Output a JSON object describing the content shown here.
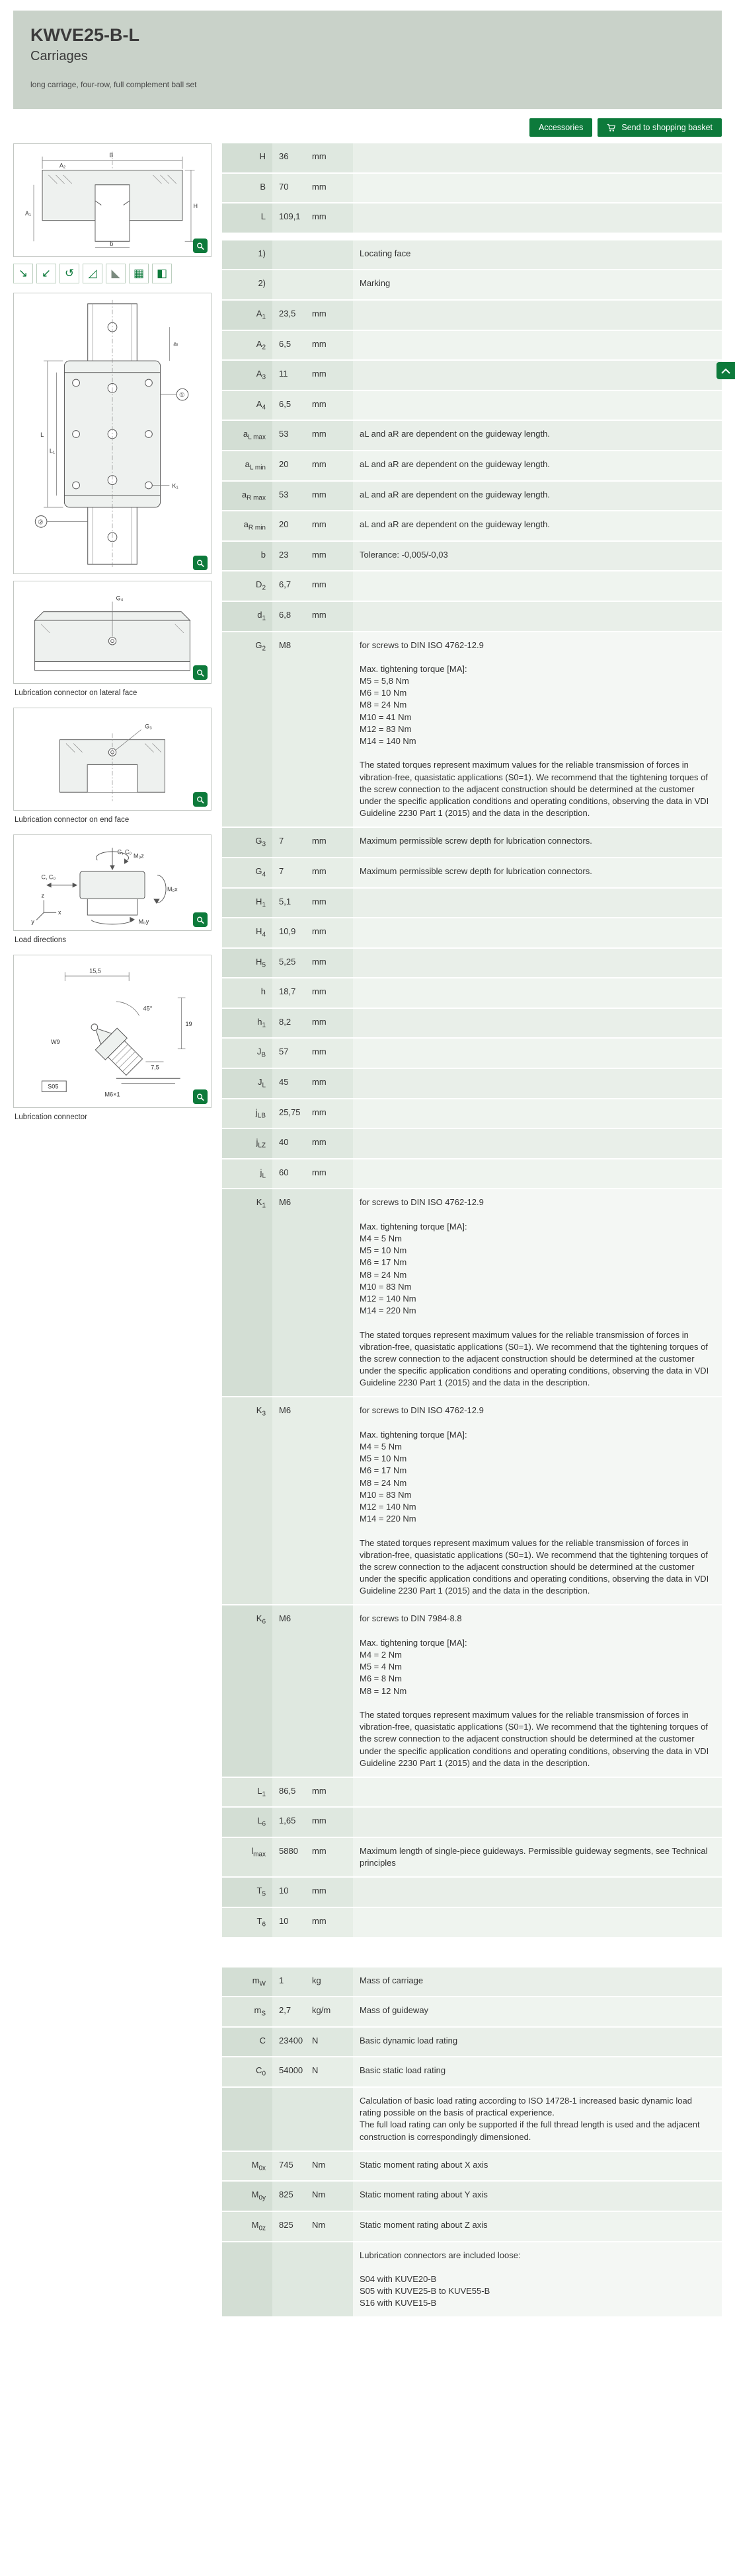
{
  "page": {
    "title": "KWVE25-B-L",
    "subtitle": "Carriages",
    "description": "long carriage, four-row, full complement ball set"
  },
  "actions": {
    "accessories": "Accessories",
    "basket": "Send to shopping basket"
  },
  "icon_strip": [
    "↘",
    "↙",
    "↺",
    "◿",
    "◣",
    "▦",
    "◧"
  ],
  "drawings": [
    {
      "caption": "",
      "labels": {
        "B": "B",
        "A2": "A₂",
        "H": "H",
        "b": "b",
        "A1": "A₁"
      }
    },
    {
      "caption": "",
      "labels": {
        "L": "L",
        "L1": "L₁",
        "aL": "aₗ",
        "K1": "K₁",
        "n1": "①",
        "n2": "②"
      }
    },
    {
      "caption": "Lubrication connector on lateral face",
      "labels": {
        "G4": "G₄"
      }
    },
    {
      "caption": "Lubrication connector on end face",
      "labels": {
        "G3": "G₃"
      }
    },
    {
      "caption": "Load directions",
      "labels": {
        "C": "C, C₀",
        "Cs": "C, C₀",
        "M0x": "M₀x",
        "M0y": "M₀y",
        "M0z": "M₀z",
        "x": "x",
        "y": "y",
        "z": "z"
      }
    },
    {
      "caption": "Lubrication connector",
      "labels": {
        "d1": "15,5",
        "a": "45°",
        "d2": "19",
        "d3": "7,5",
        "w": "W9",
        "t": "M6×1",
        "s": "S05"
      }
    }
  ],
  "spec_top": {
    "rows": [
      {
        "sym": "H",
        "val": "36",
        "unit": "mm",
        "desc": ""
      },
      {
        "sym": "B",
        "val": "70",
        "unit": "mm",
        "desc": ""
      },
      {
        "sym": "L",
        "val": "109,1",
        "unit": "mm",
        "desc": ""
      }
    ]
  },
  "spec_main": {
    "rows": [
      {
        "sym": "1)",
        "val": "",
        "unit": "",
        "desc": "Locating face"
      },
      {
        "sym": "2)",
        "val": "",
        "unit": "",
        "desc": "Marking"
      },
      {
        "sym": "A_1",
        "val": "23,5",
        "unit": "mm",
        "desc": ""
      },
      {
        "sym": "A_2",
        "val": "6,5",
        "unit": "mm",
        "desc": ""
      },
      {
        "sym": "A_3",
        "val": "11",
        "unit": "mm",
        "desc": ""
      },
      {
        "sym": "A_4",
        "val": "6,5",
        "unit": "mm",
        "desc": ""
      },
      {
        "sym": "a_L max",
        "val": "53",
        "unit": "mm",
        "desc": "aL and aR are dependent on the guideway length."
      },
      {
        "sym": "a_L min",
        "val": "20",
        "unit": "mm",
        "desc": "aL and aR are dependent on the guideway length."
      },
      {
        "sym": "a_R max",
        "val": "53",
        "unit": "mm",
        "desc": "aL and aR are dependent on the guideway length."
      },
      {
        "sym": "a_R min",
        "val": "20",
        "unit": "mm",
        "desc": "aL and aR are dependent on the guideway length."
      },
      {
        "sym": "b",
        "val": "23",
        "unit": "mm",
        "desc": "Tolerance: -0,005/-0,03"
      },
      {
        "sym": "D_2",
        "val": "6,7",
        "unit": "mm",
        "desc": ""
      },
      {
        "sym": "d_1",
        "val": "6,8",
        "unit": "mm",
        "desc": ""
      },
      {
        "sym": "G_2",
        "val": "M8",
        "unit": "",
        "desc": "for screws to DIN ISO 4762-12.9\n\nMax. tightening torque [MA]:\nM5 = 5,8 Nm\nM6 = 10 Nm\nM8 = 24 Nm\nM10 = 41 Nm\nM12 = 83 Nm\nM14 = 140 Nm\n\nThe stated torques represent maximum values for the reliable transmission of forces in vibration-free, quasistatic applications (S0=1). We recommend that the tightening torques of the screw connection to the adjacent construction should be determined at the customer under the specific application conditions and operating conditions, observing the data in VDI Guideline 2230 Part 1 (2015) and the data in the description."
      },
      {
        "sym": "G_3",
        "val": "7",
        "unit": "mm",
        "desc": "Maximum permissible screw depth for lubrication connectors."
      },
      {
        "sym": "G_4",
        "val": "7",
        "unit": "mm",
        "desc": "Maximum permissible screw depth for lubrication connectors."
      },
      {
        "sym": "H_1",
        "val": "5,1",
        "unit": "mm",
        "desc": ""
      },
      {
        "sym": "H_4",
        "val": "10,9",
        "unit": "mm",
        "desc": ""
      },
      {
        "sym": "H_5",
        "val": "5,25",
        "unit": "mm",
        "desc": ""
      },
      {
        "sym": "h",
        "val": "18,7",
        "unit": "mm",
        "desc": ""
      },
      {
        "sym": "h_1",
        "val": "8,2",
        "unit": "mm",
        "desc": ""
      },
      {
        "sym": "J_B",
        "val": "57",
        "unit": "mm",
        "desc": ""
      },
      {
        "sym": "J_L",
        "val": "45",
        "unit": "mm",
        "desc": ""
      },
      {
        "sym": "j_LB",
        "val": "25,75",
        "unit": "mm",
        "desc": ""
      },
      {
        "sym": "j_LZ",
        "val": "40",
        "unit": "mm",
        "desc": ""
      },
      {
        "sym": "j_L",
        "val": "60",
        "unit": "mm",
        "desc": ""
      },
      {
        "sym": "K_1",
        "val": "M6",
        "unit": "",
        "desc": "for screws to DIN ISO 4762-12.9\n\nMax. tightening torque [MA]:\nM4 = 5 Nm\nM5 = 10 Nm\nM6 = 17 Nm\nM8 = 24 Nm\nM10 = 83 Nm\nM12 = 140 Nm\nM14 = 220 Nm\n\nThe stated torques represent maximum values for the reliable transmission of forces in vibration-free, quasistatic applications (S0=1). We recommend that the tightening torques of the screw connection to the adjacent construction should be determined at the customer under the specific application conditions and operating conditions, observing the data in VDI Guideline 2230 Part 1 (2015) and the data in the description."
      },
      {
        "sym": "K_3",
        "val": "M6",
        "unit": "",
        "desc": "for screws to DIN ISO 4762-12.9\n\nMax. tightening torque [MA]:\nM4 = 5 Nm\nM5 = 10 Nm\nM6 = 17 Nm\nM8 = 24 Nm\nM10 = 83 Nm\nM12 = 140 Nm\nM14 = 220 Nm\n\nThe stated torques represent maximum values for the reliable transmission of forces in vibration-free, quasistatic applications (S0=1). We recommend that the tightening torques of the screw connection to the adjacent construction should be determined at the customer under the specific application conditions and operating conditions, observing the data in VDI Guideline 2230 Part 1 (2015) and the data in the description."
      },
      {
        "sym": "K_6",
        "val": "M6",
        "unit": "",
        "desc": "for screws to DIN 7984-8.8\n\nMax. tightening torque [MA]:\nM4 = 2 Nm\nM5 = 4 Nm\nM6 = 8 Nm\nM8 = 12 Nm\n\nThe stated torques represent maximum values for the reliable transmission of forces in vibration-free, quasistatic applications (S0=1). We recommend that the tightening torques of the screw connection to the adjacent construction should be determined at the customer under the specific application conditions and operating conditions, observing the data in VDI Guideline 2230 Part 1 (2015) and the data in the description."
      },
      {
        "sym": "L_1",
        "val": "86,5",
        "unit": "mm",
        "desc": ""
      },
      {
        "sym": "L_6",
        "val": "1,65",
        "unit": "mm",
        "desc": ""
      },
      {
        "sym": "l_max",
        "val": "5880",
        "unit": "mm",
        "desc": "Maximum length of single-piece guideways. Permissible guideway segments, see Technical principles"
      },
      {
        "sym": "T_5",
        "val": "10",
        "unit": "mm",
        "desc": ""
      },
      {
        "sym": "T_6",
        "val": "10",
        "unit": "mm",
        "desc": ""
      }
    ]
  },
  "spec_load": {
    "rows": [
      {
        "sym": "m_W",
        "val": "1",
        "unit": "kg",
        "desc": "Mass of carriage"
      },
      {
        "sym": "m_S",
        "val": "2,7",
        "unit": "kg/m",
        "desc": "Mass of guideway"
      },
      {
        "sym": "C",
        "val": "23400",
        "unit": "N",
        "desc": "Basic dynamic load rating"
      },
      {
        "sym": "C_0",
        "val": "54000",
        "unit": "N",
        "desc": "Basic static load rating"
      },
      {
        "sym": "",
        "val": "",
        "unit": "",
        "desc": "Calculation of basic load rating according to ISO 14728-1 increased basic dynamic load rating possible on the basis of practical experience.\nThe full load rating can only be supported if the full thread length is used and the adjacent construction is correspondingly dimensioned."
      },
      {
        "sym": "M_0x",
        "val": "745",
        "unit": "Nm",
        "desc": "Static moment rating about X axis"
      },
      {
        "sym": "M_0y",
        "val": "825",
        "unit": "Nm",
        "desc": "Static moment rating about Y axis"
      },
      {
        "sym": "M_0z",
        "val": "825",
        "unit": "Nm",
        "desc": "Static moment rating about Z axis"
      },
      {
        "sym": "",
        "val": "",
        "unit": "",
        "desc": "Lubrication connectors are included loose:\n\nS04 with KUVE20-B\nS05 with KUVE25-B to KUVE55-B\nS16 with KUVE15-B"
      }
    ]
  }
}
